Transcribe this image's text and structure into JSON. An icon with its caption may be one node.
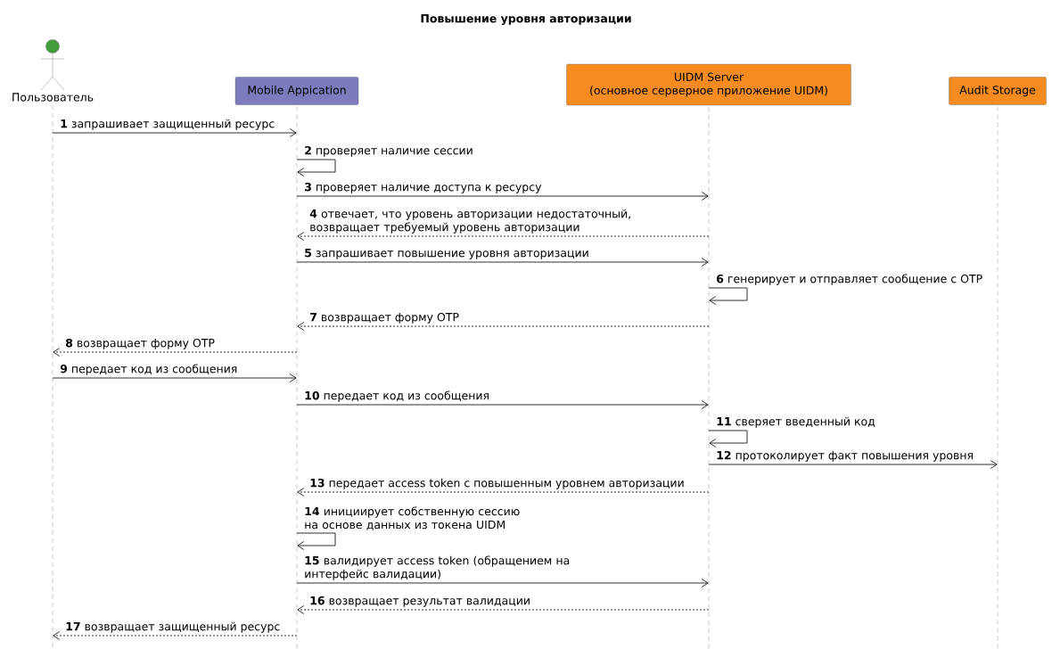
{
  "diagram": {
    "title": "Повышение уровня авторизации",
    "nodes": [
      {
        "text": [
          "Пользователь"
        ]
      },
      {
        "text": [
          "Mobile Appication"
        ]
      },
      {
        "text": [
          "UIDM Server",
          "(основное серверное приложение UIDM)"
        ]
      },
      {
        "text": [
          "Audit Storage"
        ]
      }
    ],
    "edges": [
      {
        "from": 0,
        "to": 1,
        "arrow": "to",
        "label": "**1** запрашивает защищенный ресурс"
      },
      {
        "from": 1,
        "to": 1,
        "arrow": "to",
        "label": "**2** проверяет наличие сессии"
      },
      {
        "from": 1,
        "to": 2,
        "arrow": "to",
        "label": "**3** проверяет наличие доступа к ресурсу"
      },
      {
        "from": 2,
        "to": 1,
        "arrow": "to",
        "style": "dashed",
        "label": "**4** отвечает, что уровень авторизации недостаточный, возвращает требуемый уровень авторизации"
      },
      {
        "from": 1,
        "to": 2,
        "arrow": "to",
        "label": "**5** запрашивает повышение уровня авторизации"
      },
      {
        "from": 2,
        "to": 2,
        "arrow": "to",
        "label": "**6** генерирует и отправляет сообщение с OTP"
      },
      {
        "from": 2,
        "to": 1,
        "arrow": "to",
        "style": "dashed",
        "label": "**7** возвращает форму OTP"
      },
      {
        "from": 1,
        "to": 0,
        "arrow": "to",
        "style": "dashed",
        "label": "**8** возвращает форму OTP"
      },
      {
        "from": 0,
        "to": 1,
        "arrow": "to",
        "label": "**9** передает код из сообщения"
      },
      {
        "from": 1,
        "to": 2,
        "arrow": "to",
        "label": "**10** передает код из сообщения"
      },
      {
        "from": 2,
        "to": 2,
        "arrow": "to",
        "label": "**11** сверяет введенный код"
      },
      {
        "from": 2,
        "to": 3,
        "arrow": "to",
        "label": "**12** протоколирует факт повышения уровня"
      },
      {
        "from": 2,
        "to": 1,
        "arrow": "to",
        "style": "dashed",
        "label": "**13** передает access token с повышенным уровнем авторизации"
      },
      {
        "from": 1,
        "to": 1,
        "arrow": "to",
        "label": "**14** инициирует собственную сессию на основе данных из токена UIDM"
      },
      {
        "from": 1,
        "to": 2,
        "arrow": "to",
        "label": "**15** валидирует access token (обращением на интерфейс валидации)"
      },
      {
        "from": 2,
        "to": 1,
        "arrow": "to",
        "style": "dashed",
        "label": "**16** возвращает результат валидации"
      },
      {
        "from": 1,
        "to": 0,
        "arrow": "to",
        "style": "dashed",
        "label": "**17** возвращает защищенный ресурс"
      }
    ]
  }
}
